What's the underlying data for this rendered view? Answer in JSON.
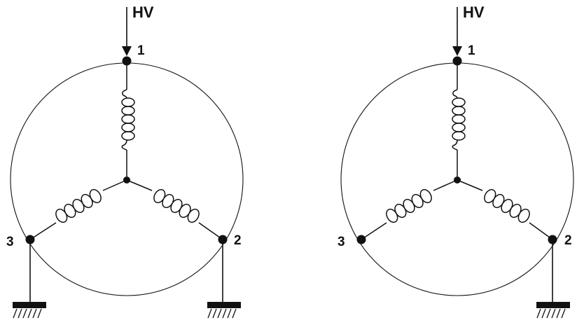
{
  "colors": {
    "ink": "#111111",
    "background": "#ffffff"
  },
  "diagrams": [
    {
      "id": "left",
      "supply_label": "HV",
      "terminals": [
        {
          "label": "1",
          "grounded": false
        },
        {
          "label": "2",
          "grounded": true
        },
        {
          "label": "3",
          "grounded": true
        }
      ]
    },
    {
      "id": "right",
      "supply_label": "HV",
      "terminals": [
        {
          "label": "1",
          "grounded": false
        },
        {
          "label": "2",
          "grounded": true
        },
        {
          "label": "3",
          "grounded": false
        }
      ]
    }
  ]
}
